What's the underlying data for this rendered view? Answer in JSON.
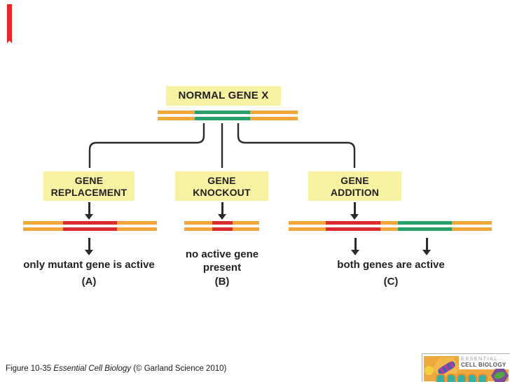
{
  "colors": {
    "box_yellow": "#f7f1a2",
    "dna_orange": "#f2a73b",
    "gene_green": "#27a06c",
    "gene_red": "#da2a2e",
    "line_dark": "#2b2b2b",
    "ribbon_red": "#e8262a"
  },
  "diagram": {
    "title": "NORMAL GENE X",
    "normal_bar": {
      "pattern": [
        "orange",
        "green",
        "orange"
      ]
    },
    "branches": [
      {
        "label_line1": "GENE",
        "label_line2": "REPLACEMENT",
        "bar_pattern": [
          "orange",
          "red",
          "orange"
        ],
        "result_lines": [
          "only mutant gene is active"
        ],
        "letter": "(A)"
      },
      {
        "label_line1": "GENE",
        "label_line2": "KNOCKOUT",
        "bar_pattern": [
          "orange",
          "small-red",
          "orange"
        ],
        "result_lines": [
          "no active gene",
          "present"
        ],
        "letter": "(B)"
      },
      {
        "label_line1": "GENE",
        "label_line2": "ADDITION",
        "bar_pattern": [
          "orange",
          "red",
          "orange",
          "green",
          "orange"
        ],
        "result_lines": [
          "both genes are active"
        ],
        "letter": "(C)"
      }
    ]
  },
  "caption": {
    "figure": "Figure 10-35",
    "book_title": "Essential Cell Biology",
    "credit": "(© Garland Science 2010)"
  },
  "logo": {
    "line1": "ESSENTIAL",
    "line2": "CELL BIOLOGY"
  }
}
